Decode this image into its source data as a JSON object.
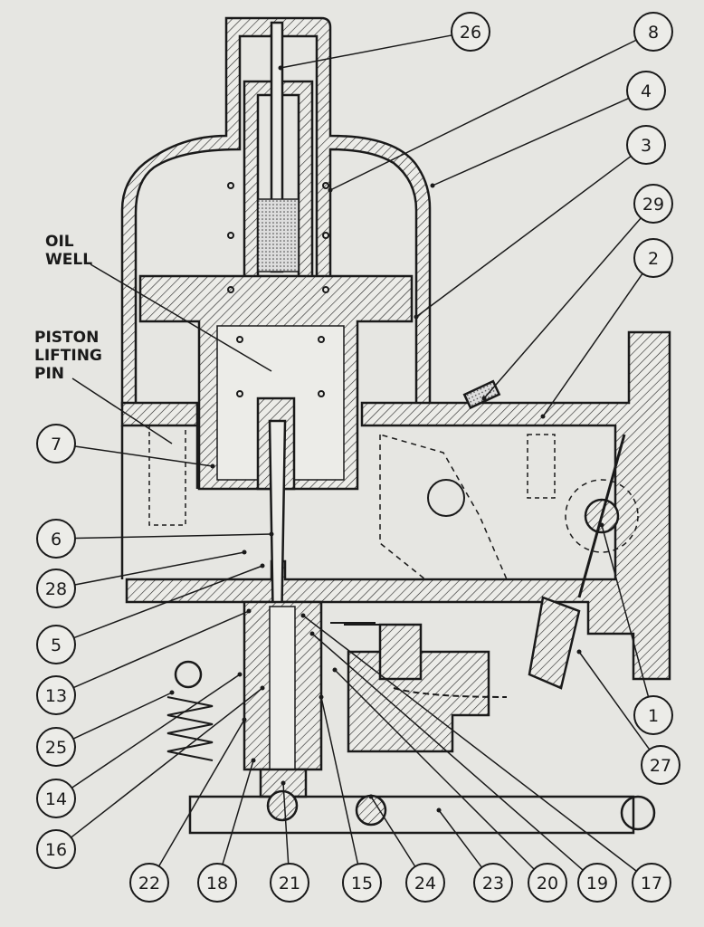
{
  "diagram": {
    "text_labels": {
      "oil_well": [
        "OIL",
        "WELL"
      ],
      "piston_lifting_pin": [
        "PISTON",
        "LIFTING",
        "PIN"
      ]
    },
    "callouts": [
      "26",
      "8",
      "4",
      "3",
      "29",
      "2",
      "7",
      "6",
      "28",
      "5",
      "13",
      "25",
      "14",
      "16",
      "22",
      "18",
      "21",
      "15",
      "24",
      "23",
      "20",
      "19",
      "17",
      "1",
      "27"
    ]
  }
}
